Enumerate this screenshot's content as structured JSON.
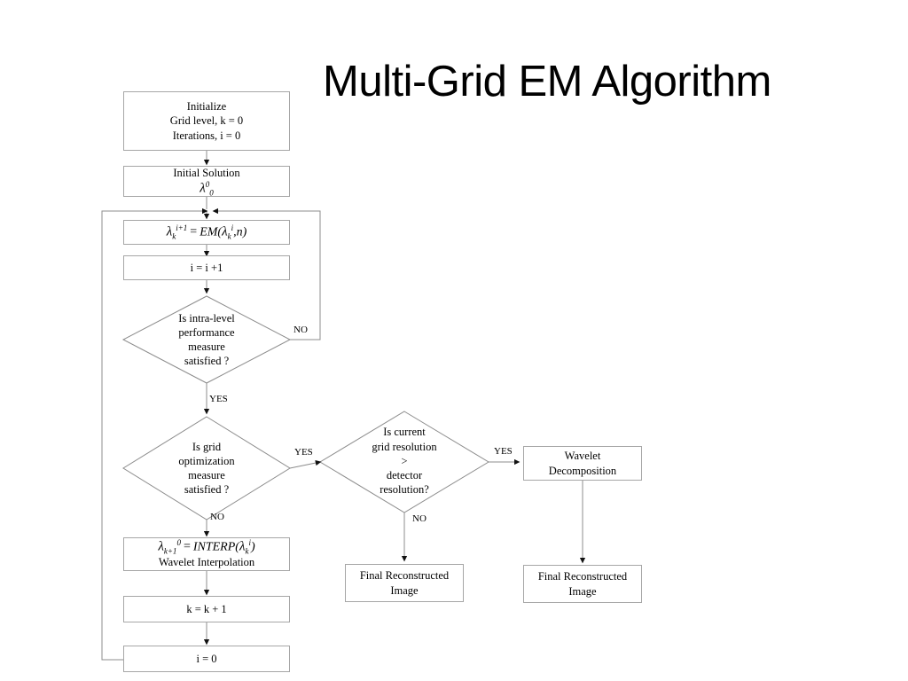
{
  "title": "Multi-Grid EM Algorithm",
  "colors": {
    "background": "#ffffff",
    "node_border": "#a6a6a6",
    "text": "#000000",
    "edge": "#8c8c8c"
  },
  "nodes": {
    "initialize": {
      "shape": "box",
      "lines": [
        "Initialize",
        "Grid level, k = 0",
        "Iterations, i = 0"
      ]
    },
    "initial_solution": {
      "shape": "box",
      "label": "Initial Solution",
      "formula": {
        "symbol": "λ",
        "superscript": "0",
        "subscript": "0"
      }
    },
    "em_step": {
      "shape": "box",
      "formula_text": "λ k^(i+1)  =  EM( λ k^i , n )",
      "lhs": {
        "symbol": "λ",
        "superscript": "i+1",
        "subscript": "k"
      },
      "equals": "=",
      "rhs_name": "EM(",
      "rhs_arg": {
        "symbol": "λ",
        "superscript": "i",
        "subscript": "k"
      },
      "rhs_tail": ",n)"
    },
    "increment_i": {
      "shape": "box",
      "label": "i = i +1"
    },
    "intra_level_check": {
      "shape": "diamond",
      "lines": [
        "Is intra-level",
        "performance",
        "measure",
        "satisfied ?"
      ]
    },
    "grid_opt_check": {
      "shape": "diamond",
      "lines": [
        "Is grid",
        "optimization",
        "measure",
        "satisfied ?"
      ]
    },
    "resolution_check": {
      "shape": "diamond",
      "lines": [
        "Is current",
        "grid resolution",
        ">",
        "detector",
        "resolution?"
      ]
    },
    "wavelet_decomposition": {
      "shape": "box",
      "lines": [
        "Wavelet",
        "Decomposition"
      ]
    },
    "interp_step": {
      "shape": "box",
      "formula_text": "λ k+1^0  =  INTERP( λ k^i )",
      "lhs": {
        "symbol": "λ",
        "superscript": "0",
        "subscript": "k+1"
      },
      "equals": "=",
      "rhs_name": "INTERP(",
      "rhs_arg": {
        "symbol": "λ",
        "superscript": "i",
        "subscript": "k"
      },
      "rhs_tail": ")",
      "caption": "Wavelet Interpolation"
    },
    "increment_k": {
      "shape": "box",
      "label": "k = k + 1"
    },
    "reset_i": {
      "shape": "box",
      "label": "i = 0"
    },
    "final_image_left": {
      "shape": "box",
      "lines": [
        "Final Reconstructed",
        "Image"
      ]
    },
    "final_image_right": {
      "shape": "box",
      "lines": [
        "Final Reconstructed",
        "Image"
      ]
    }
  },
  "edge_labels": {
    "intra_no": "NO",
    "intra_yes": "YES",
    "grid_yes": "YES",
    "grid_no": "NO",
    "resolution_yes": "YES",
    "resolution_no": "NO"
  }
}
